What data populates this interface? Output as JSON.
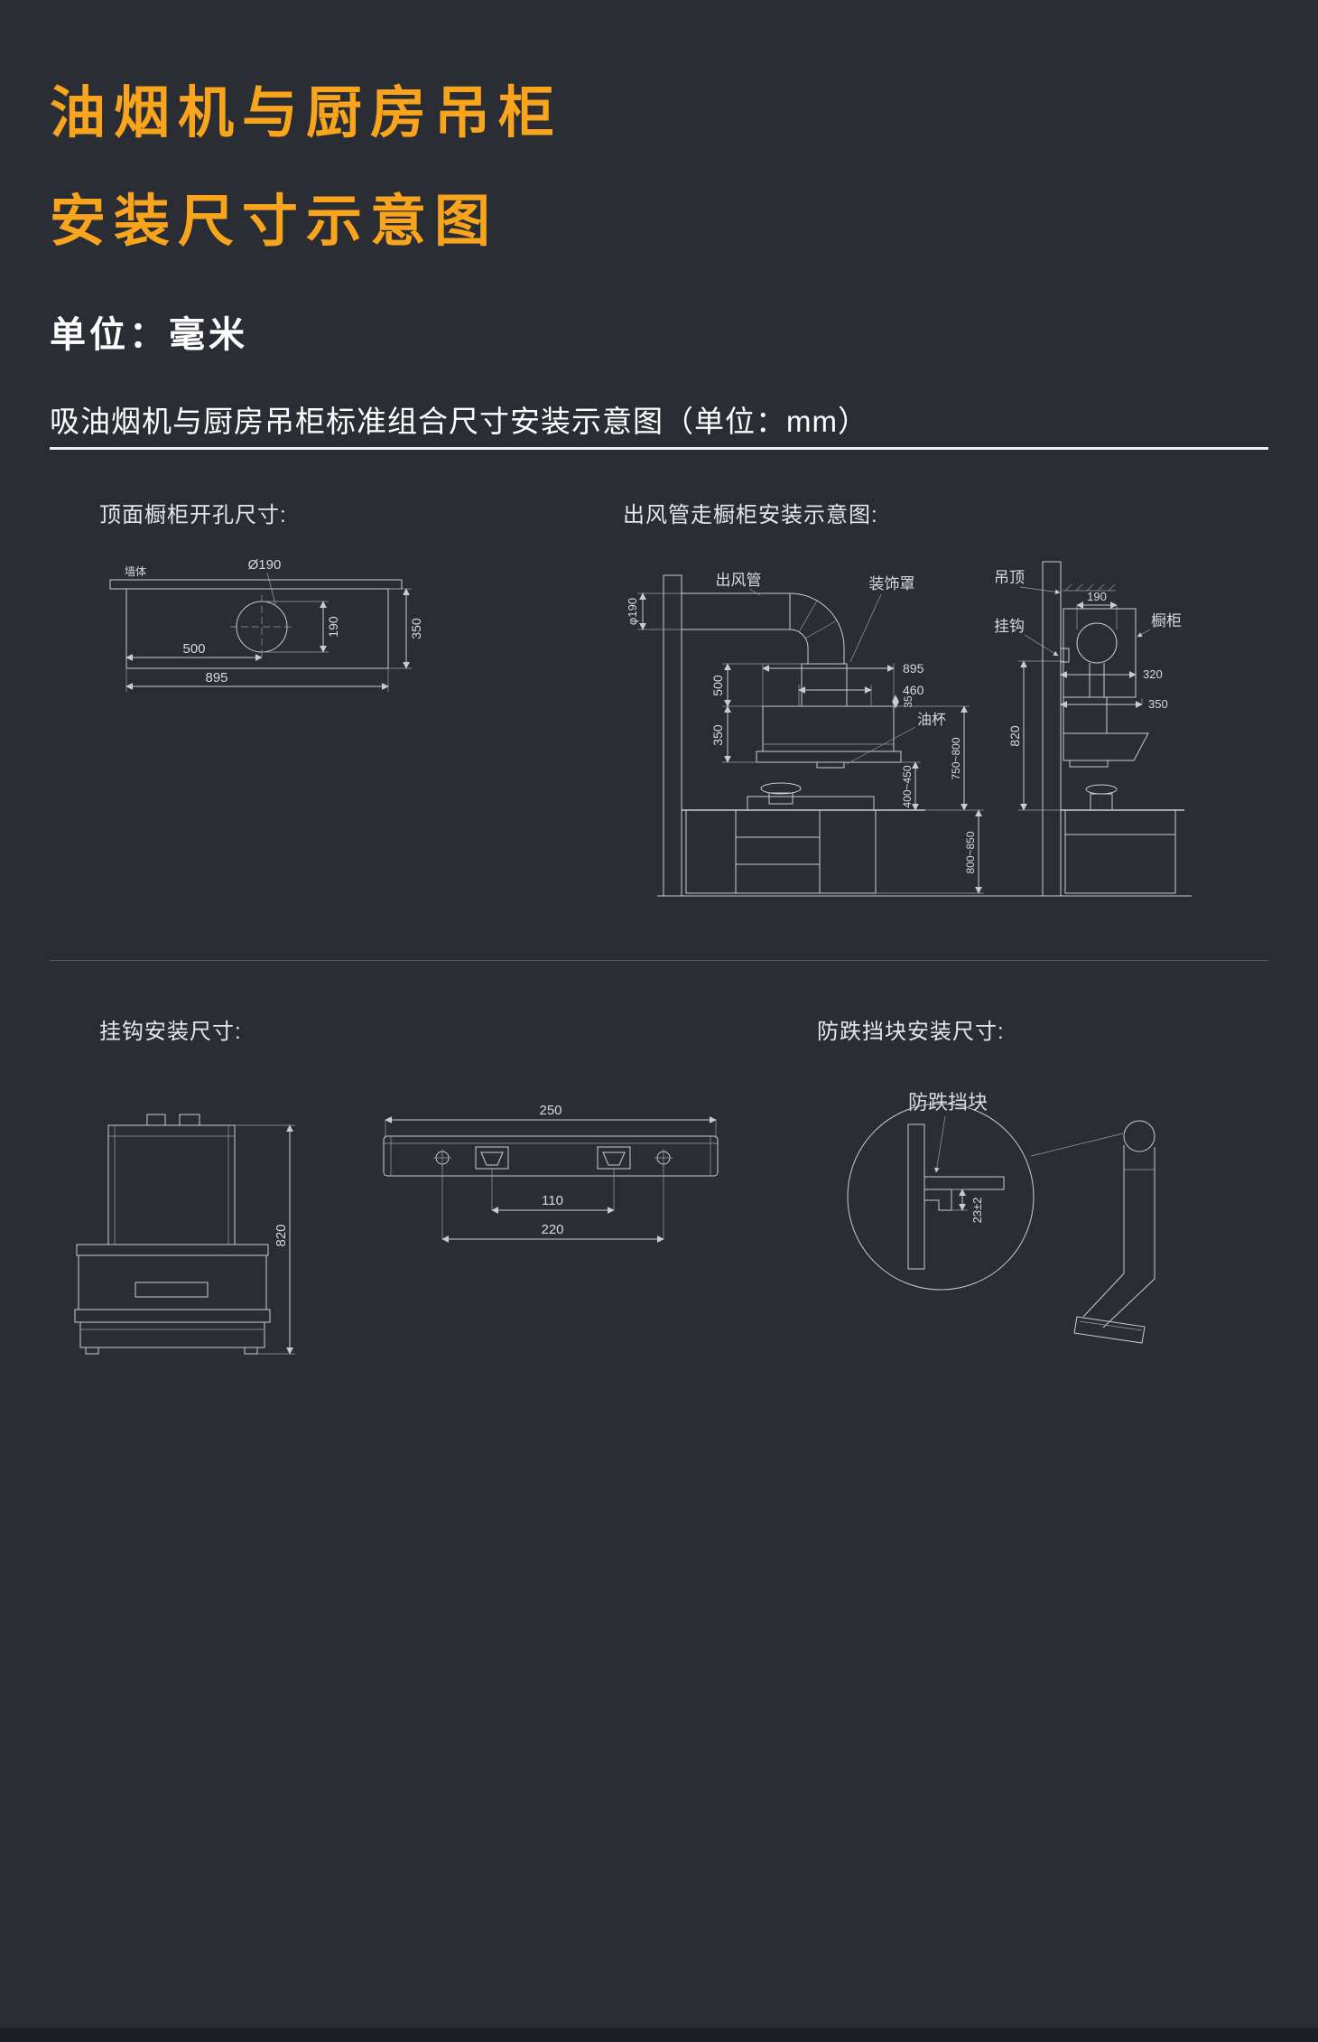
{
  "header": {
    "title_line1": "油烟机与厨房吊柜",
    "title_line2": "安装尺寸示意图",
    "unit_label": "单位：毫米",
    "subtitle": "吸油烟机与厨房吊柜标准组合尺寸安装示意图（单位：mm）"
  },
  "colors": {
    "background": "#2a2d33",
    "accent": "#f8a41d",
    "line": "#c7ccd3"
  },
  "sections": {
    "cutout": {
      "heading": "顶面橱柜开孔尺寸:",
      "labels": {
        "wall": "墙体",
        "dia": "Ø190",
        "d500": "500",
        "d895": "895",
        "d190": "190",
        "d350": "350"
      }
    },
    "duct": {
      "heading": "出风管走橱柜安装示意图:",
      "labels": {
        "dia": "φ190",
        "duct": "出风管",
        "cover": "装饰罩",
        "ceiling": "吊顶",
        "hook": "挂钩",
        "cabinet": "橱柜",
        "oil_cup": "油杯",
        "d190": "190",
        "d895": "895",
        "d460": "460",
        "d35": "35",
        "d500": "500",
        "d350_left": "350",
        "d320": "320",
        "d350_right": "350",
        "d820": "820",
        "r400_450": "400~450",
        "r750_800": "750~800",
        "r800_850": "800~850"
      }
    },
    "hook": {
      "heading": "挂钩安装尺寸:",
      "labels": {
        "d250": "250",
        "d110": "110",
        "d220": "220",
        "d820": "820"
      }
    },
    "antifall": {
      "heading": "防跌挡块安装尺寸:",
      "labels": {
        "block": "防跌挡块",
        "gap": "23±2"
      }
    }
  }
}
